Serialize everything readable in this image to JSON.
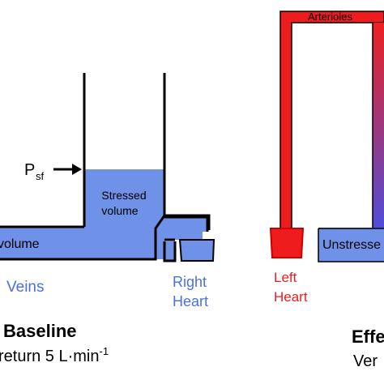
{
  "baseline": {
    "psf_label": "P",
    "psf_sub": "sf",
    "stressed_line1": "Stressed",
    "stressed_line2": "volume",
    "unstressed_partial": "volume",
    "veins_label": "Veins",
    "right_heart_line1": "Right",
    "right_heart_line2": "Heart",
    "title_partial": "Baseline",
    "subtitle_partial": "return 5 L·min",
    "subtitle_sup": "-1"
  },
  "effect": {
    "arterioles_label": "Arterioles",
    "left_heart_line1": "Left",
    "left_heart_line2": "Heart",
    "unstressed_partial": "Unstresse",
    "title_partial": "Effe",
    "subtitle_partial": "Ver"
  },
  "colors": {
    "vein_blue": "#6f91e8",
    "vein_text": "#4a70e3",
    "red": "#ee1c1c",
    "dark_red": "#c80000",
    "gradient_top": "#ee2020",
    "gradient_bottom": "#4a4fe0",
    "outline": "#000000"
  }
}
